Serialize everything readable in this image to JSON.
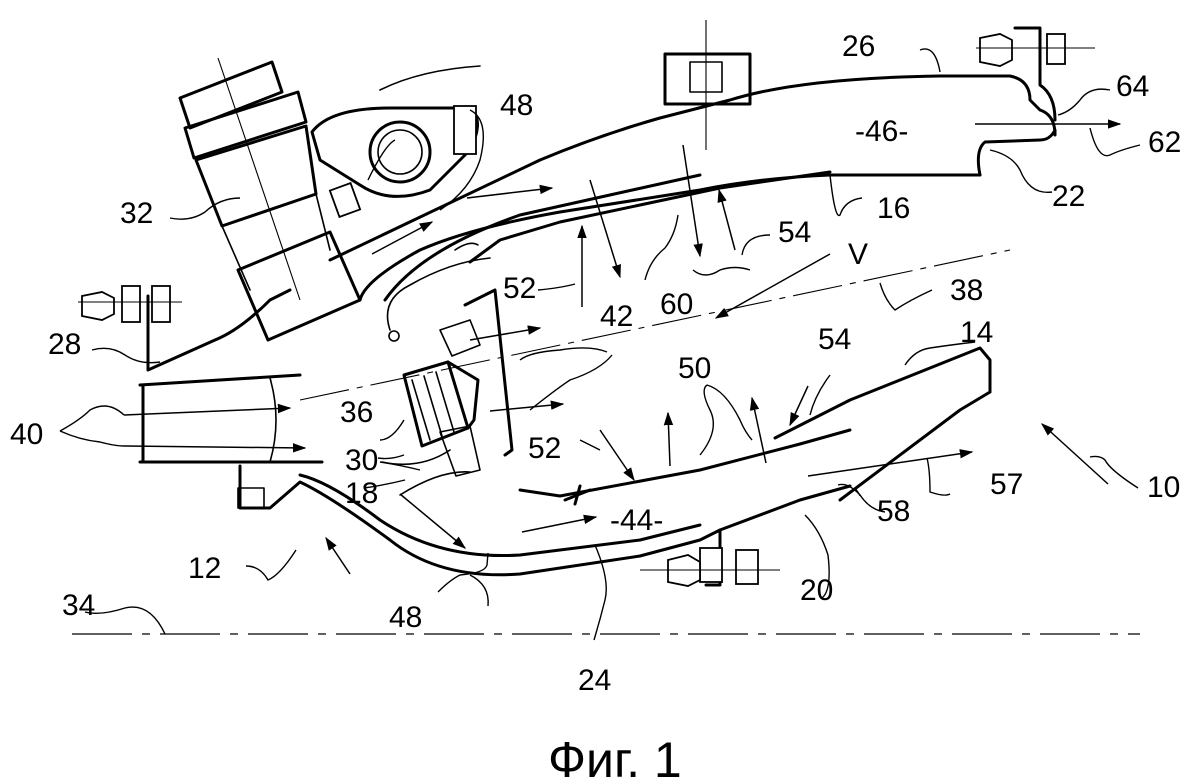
{
  "figure": {
    "caption": "Фиг. 1",
    "subject": "combustion chamber cross-section (patent drawing)"
  },
  "labels": {
    "l10": "10",
    "l12": "12",
    "l14": "14",
    "l16": "16",
    "l18": "18",
    "l20": "20",
    "l22": "22",
    "l24": "24",
    "l26": "26",
    "l28": "28",
    "l30": "30",
    "l32": "32",
    "l34": "34",
    "l36": "36",
    "l38": "38",
    "l40": "40",
    "l42": "42",
    "l44": "-44-",
    "l46": "-46-",
    "l48a": "48",
    "l48b": "48",
    "l50": "50",
    "l52a": "52",
    "l52b": "52",
    "l54a": "54",
    "l54b": "54",
    "l57": "57",
    "l58": "58",
    "l60": "60",
    "l62": "62",
    "l64": "64",
    "lV": "V"
  },
  "colors": {
    "ink": "#000000",
    "paper": "#ffffff"
  }
}
